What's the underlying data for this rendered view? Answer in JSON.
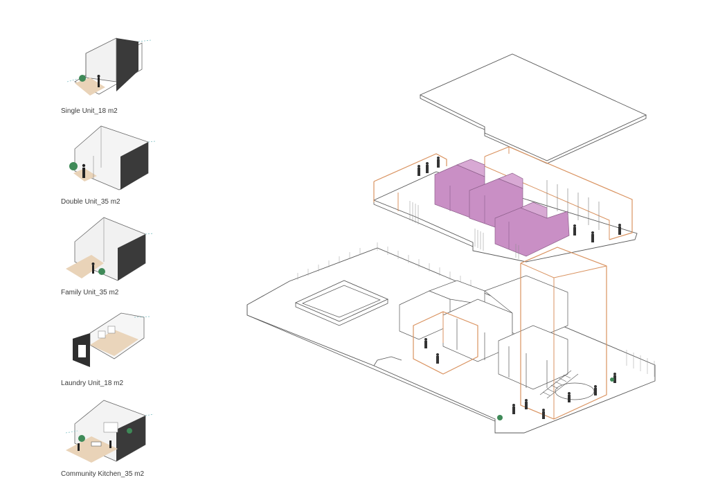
{
  "units": [
    {
      "label": "Single Unit_18 m2"
    },
    {
      "label": "Double Unit_35 m2"
    },
    {
      "label": "Family Unit_35 m2"
    },
    {
      "label": "Laundry Unit_18 m2"
    },
    {
      "label": "Community Kitchen_35 m2"
    }
  ],
  "colors": {
    "line": "#555555",
    "accent_orange": "#d9925f",
    "highlight_pink": "#c98fc5",
    "wood_floor": "#e9d3b8",
    "dark_wall": "#3a3a3a",
    "plant_green": "#3f8a58",
    "arrow_teal": "#7fbfc4"
  }
}
